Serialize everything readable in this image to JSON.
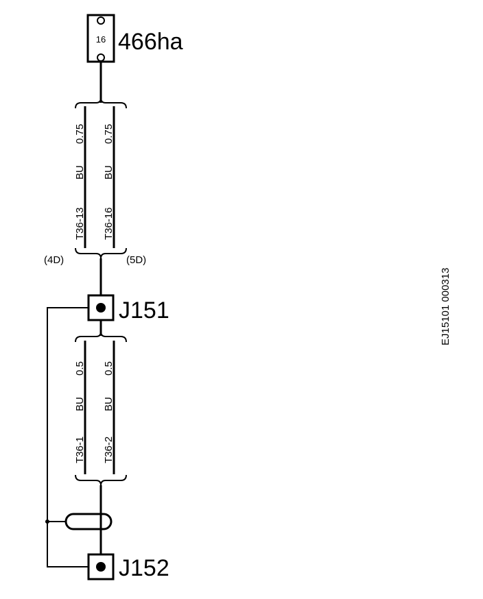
{
  "components": {
    "connector_top": {
      "pin": "16",
      "label": "466ha"
    },
    "ground_point_1": {
      "label": "J151"
    },
    "ground_point_2": {
      "label": "J152"
    }
  },
  "wires": {
    "upper": [
      {
        "terminal": "T36-13",
        "color": "BU",
        "size": "0.75"
      },
      {
        "terminal": "T36-16",
        "color": "BU",
        "size": "0.75"
      }
    ],
    "lower": [
      {
        "terminal": "T36-1",
        "color": "BU",
        "size": "0.5"
      },
      {
        "terminal": "T36-2",
        "color": "BU",
        "size": "0.5"
      }
    ]
  },
  "references": {
    "left": "(4D)",
    "right": "(5D)"
  },
  "figure_id": "EJ15101  000313"
}
